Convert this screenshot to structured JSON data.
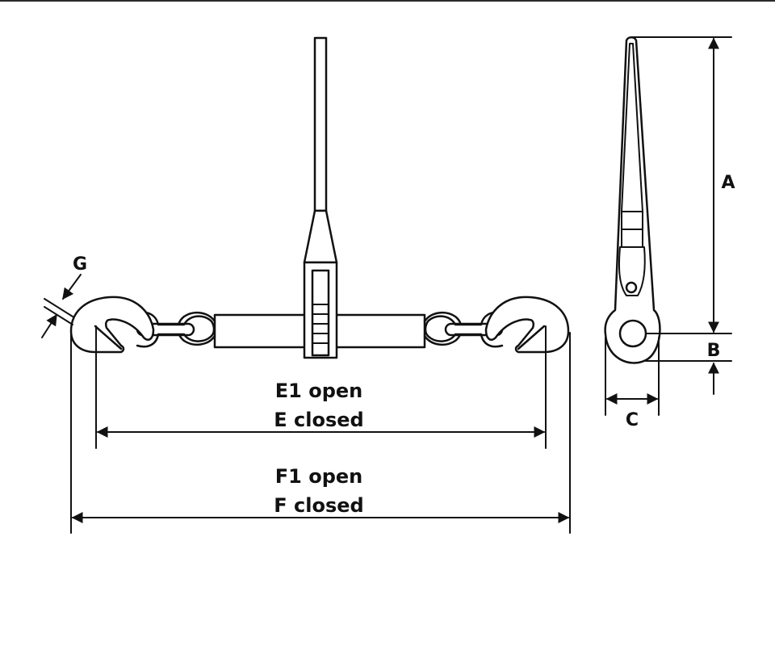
{
  "diagram": {
    "labels": {
      "A": "A",
      "B": "B",
      "C": "C",
      "G": "G",
      "e_open": "E1 open",
      "e_closed": "E closed",
      "f_open": "F1 open",
      "f_closed": "F closed"
    },
    "colors": {
      "stroke": "#111111",
      "background": "#ffffff"
    }
  }
}
